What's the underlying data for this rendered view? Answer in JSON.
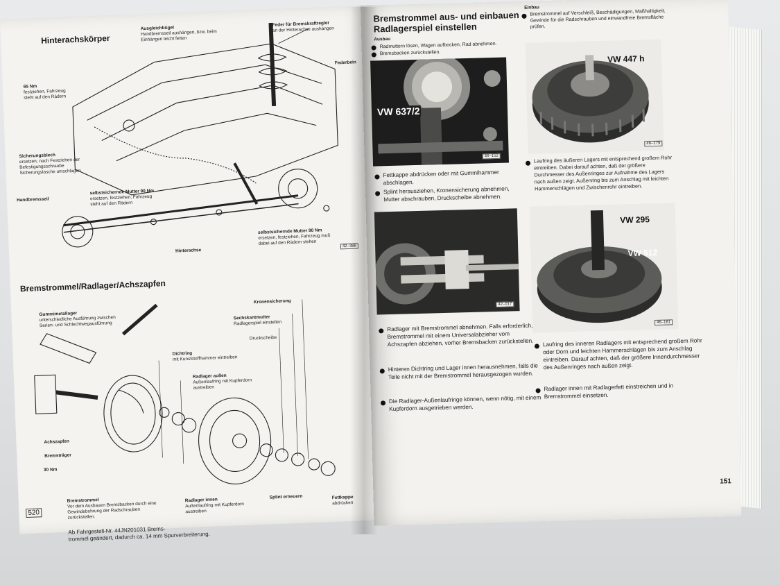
{
  "left_page": {
    "heading_top": "Hinterachskörper",
    "heading_bottom": "Bremstrommel/Radlager/Achszapfen",
    "page_number": "520",
    "footnote_line1": "Ab Fahrgestell-Nr. 44JN201031 Brems-",
    "footnote_line2": "trommel geändert, dadurch ca. 14 mm Spurverbreiterung.",
    "fig_top_number": "42–388",
    "labels_top": {
      "ausgleichsbugel": "Ausgleichbügel",
      "ausgleichsbugel_note": "Handbremsseil aushängen, bzw. beim Einhängen leicht fetten",
      "feder": "Feder für Bremskraftregler",
      "feder_note": "an der Hinterachse aushängen",
      "nm65": "65 Nm",
      "nm65_note": "festziehen, Fahrzeug steht auf den Rädern",
      "federbein": "Federbein",
      "sicherungsblech": "Sicherungsblech",
      "sicherungsblech_note": "ersetzen, nach Festziehen der Befestigungsschraube Sicherungslasche umschlagen",
      "handbremsseil": "Handbremsseil",
      "mutter90a": "selbstsichernde Mutter 90 Nm",
      "mutter90a_note": "ersetzen, festziehen, Fahrzeug steht auf den Rädern",
      "mutter90b": "selbstsichernde Mutter 90 Nm",
      "mutter90b_note": "ersetzen, festziehen, Fahrzeug muß dabei auf den Rädern stehen",
      "hinterachse": "Hinterachse"
    },
    "labels_bottom": {
      "kronensicherung": "Kronensicherung",
      "gummimetall": "Gummimetallager",
      "gummimetall_note": "unterschiedliche Ausführung zwischen Serien- und Schlechtwegausführung",
      "sechskant": "Sechskantmutter",
      "sechskant_note": "Radlagerspiel einstellen",
      "druckscheibe": "Druckscheibe",
      "dichtring": "Dichtring",
      "dichtring_note": "mit Kunststoffhammer eintreiben",
      "radlager_aussen": "Radlager außen",
      "radlager_aussen_note": "Außenlaufring mit Kupferdorn austreiben",
      "achszapfen": "Achszapfen",
      "bremstraeger": "Bremsträger",
      "nm30": "30 Nm",
      "bremstrommel": "Bremstrommel",
      "bremstrommel_note": "Vor dem Ausbauen Bremsbacken durch eine Gewindebohrung der Radschrauben zurückstellen.",
      "radlager_innen": "Radlager innen",
      "radlager_innen_note": "Außenlaufring mit Kupferdorn austreiben",
      "splint": "Splint erneuern",
      "fettkappe": "Fettkappe",
      "fettkappe_note": "abdrücken"
    }
  },
  "right_page": {
    "heading_line1": "Bremstrommel aus- und einbauen",
    "heading_line2": "Radlagerspiel einstellen",
    "ausbau_label": "Ausbau",
    "einbau_label": "Einbau",
    "page_number": "151",
    "ausbau_steps": [
      "Radmuttern lösen, Wagen aufbocken, Rad abnehmen.",
      "Bremsbacken zurückstellen."
    ],
    "fig1_tool": "VW 637/2",
    "fig1_number": "46–152",
    "step_fettkappe": "Fettkappe abdrücken oder mit Gummihammer abschlagen.",
    "step_splint": "Splint herausziehen, Kronensicherung abnehmen, Mutter abschrauben, Druckscheibe abnehmen.",
    "fig2_number": "42–017",
    "step_radlager": "Radlager mit Bremstrommel abnehmen. Falls erforderlich, Bremstrommel mit einem Universalabzieher vom Achszapfen abziehen, vorher Bremsbacken zurückstellen.",
    "step_dichtring": "Hinteren Dichtring und Lager innen herausnehmen, falls die Teile nicht mit der Bremstrommel herausgezogen wurden.",
    "step_aussenlauf": "Die Radlager-Außenlaufringe können, wenn nötig, mit einem Kupferdorn ausgetrieben werden.",
    "einbau_intro": "Bremstrommel auf Verschleiß, Beschädigungen, Maßhaltigkeit, Gewinde für die Radschrauben und einwandfreie Bremsfläche prüfen.",
    "fig3_tool": "VW 447 h",
    "fig3_number": "46–179",
    "step_laufring_aussen": "Laufring des äußeren Lagers mit entsprechend großem Rohr eintreiben. Dabei darauf achten, daß der größere Durchmesser des Außenringes zur Aufnahme des Lagers nach außen zeigt. Außenring bis zum Anschlag mit leichten Hammerschlägen und Zwischenrohr eintreiben.",
    "fig4_tool_a": "VW 295",
    "fig4_tool_b": "VW 512",
    "fig4_number": "46–181",
    "step_laufring_innen": "Laufring des inneren Radlagers mit entsprechend großem Rohr oder Dorn und leichten Hammerschlägen bis zum Anschlag eintreiben. Darauf achten, daß der größere Innendurchmesser des Außenringes nach außen zeigt.",
    "step_fett": "Radlager innen mit Radlagerfett einstreichen und in Bremstrommel einsetzen."
  }
}
